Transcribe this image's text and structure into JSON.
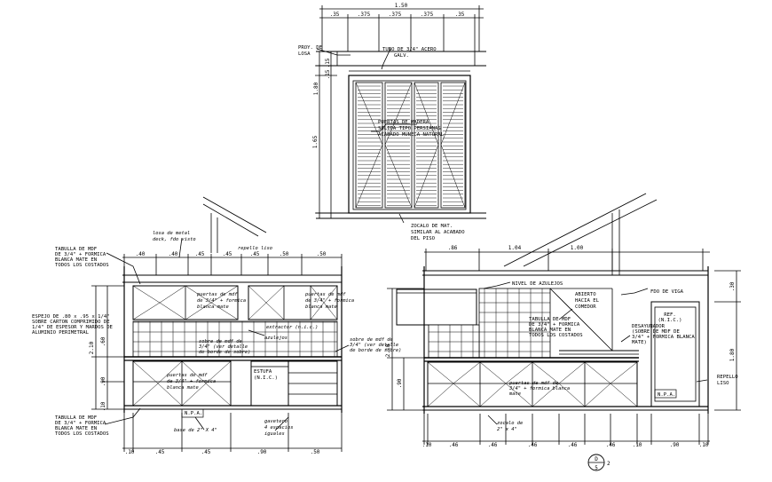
{
  "door": {
    "dims_top": {
      "total": "1.50",
      "segments": [
        ".35",
        ".375",
        ".375",
        ".375",
        ".35"
      ]
    },
    "dims_left": {
      "total": "1.80",
      "upper": ".15",
      "lower": ".15",
      "inner": "1.65"
    },
    "labels": {
      "proy1": "PROY. DE",
      "proy2": "LOSA",
      "tubo1": "TUBO DE 3/4\" ACERO",
      "tubo2": "GALV.",
      "puertas1": "PUERTAS DE MADERA",
      "puertas2": "SOLIDA TIPO PERSIANAS",
      "puertas3": "ACABADO MUNECA NATURAL",
      "zocalo1": "ZOCALO DE MAT.",
      "zocalo2": "SIMILAR AL ACABADO",
      "zocalo3": "DEL PISO"
    }
  },
  "left_elevation": {
    "dims_top": [
      ".40",
      ".40",
      ".45",
      ".45",
      ".45",
      ".50",
      ".50"
    ],
    "dims_bottom": [
      ".10",
      ".45",
      ".45",
      ".90",
      ".50"
    ],
    "dims_left": [
      "2.10",
      ".90",
      ".60",
      ".10"
    ],
    "labels": {
      "tab1": "TABULLA DE MDF",
      "tab2": "DE 3/4\" + FORMICA",
      "tab3": "BLANCA MATE EN",
      "tab4": "TODOS LOS COSTADOS",
      "losa1": "losa de metal",
      "losa2": "deck, fdo visto",
      "repello": "repello liso",
      "esp1": "ESPEJO DE .80 x .95 x 1/4\"",
      "esp2": "SOBRE CARTON COMPRIMIDO DE",
      "esp3": "1/4\" DE ESPESOR Y MARDOS DE",
      "esp4": "ALUMINIO PERIMETRAL",
      "pmdf1": "puertas de mdf",
      "pmdf2": "de 3/4\" + formica",
      "pmdf3": "blanca mate",
      "pmdf4": "puertas de mdf",
      "pmdf5": "de 3/4\" + formica",
      "pmdf6": "blanca mate",
      "extractor": "extractor (n.i.c.)",
      "azulejos": "azulejos",
      "sobre1": "sobre de mdf de",
      "sobre2": "3/4\" (ver detalle",
      "sobre3": "de borde de sobre)",
      "sobre4": "sobre de mdf de",
      "sobre5": "3/4\" (ver detalle",
      "sobre6": "de borde de sobre)",
      "estufa1": "ESTUFA",
      "estufa2": "(N.I.C.)",
      "pmdf7": "puertas de mdf",
      "pmdf8": "de 3/4\" + formica",
      "pmdf9": "blanca mate",
      "npa": "N.P.A.",
      "tab5": "TABULLA DE MDF",
      "tab6": "DE 3/4\" + FORMICA",
      "tab7": "BLANCA MATE EN",
      "tab8": "TODOS LOS COSTADOS",
      "base": "base de 2\" X 4\"",
      "gav1": "gavetero",
      "gav2": "4 espacios",
      "gav3": "iguales"
    }
  },
  "right_elevation": {
    "dims_top": [
      ".86",
      "1.04",
      "1.00"
    ],
    "dims_bottom": [
      ".10",
      ".46",
      ".46",
      ".46",
      ".46",
      ".46",
      ".10",
      ".90",
      ".10"
    ],
    "dims_left": [
      "2.10",
      ".90"
    ],
    "dims_right": [
      ".30",
      "1.80"
    ],
    "labels": {
      "nivel": "NIVEL DE AZULEJOS",
      "fdo": "FDO DE VIGA",
      "abierto1": "ABIERTO",
      "abierto2": "HACIA EL",
      "abierto3": "COMEDOR",
      "ref1": "REF.",
      "ref2": "(N.I.C.)",
      "tab1": "TABULLA DE MDF",
      "tab2": "DE 3/4\" + FORMICA",
      "tab3": "BLANCA MATE EN",
      "tab4": "TODOS LOS COSTADOS",
      "des1": "DESAYUNADOR",
      "des2": "(SOBRE DE MDF DE",
      "des3": "3/4\" + FORMICA BLANCA",
      "des4": "MATE)",
      "pmdf1": "puertas de mdf de",
      "pmdf2": "3/4\" + formica blanca",
      "pmdf3": "mate",
      "repello1": "REPELLO",
      "repello2": "LISO",
      "npa": "N.P.A.",
      "zocalo1": "zocalo de",
      "zocalo2": "2\" x 4\""
    }
  },
  "symbol": {
    "top": "D",
    "right": "2",
    "bottom": "5"
  }
}
